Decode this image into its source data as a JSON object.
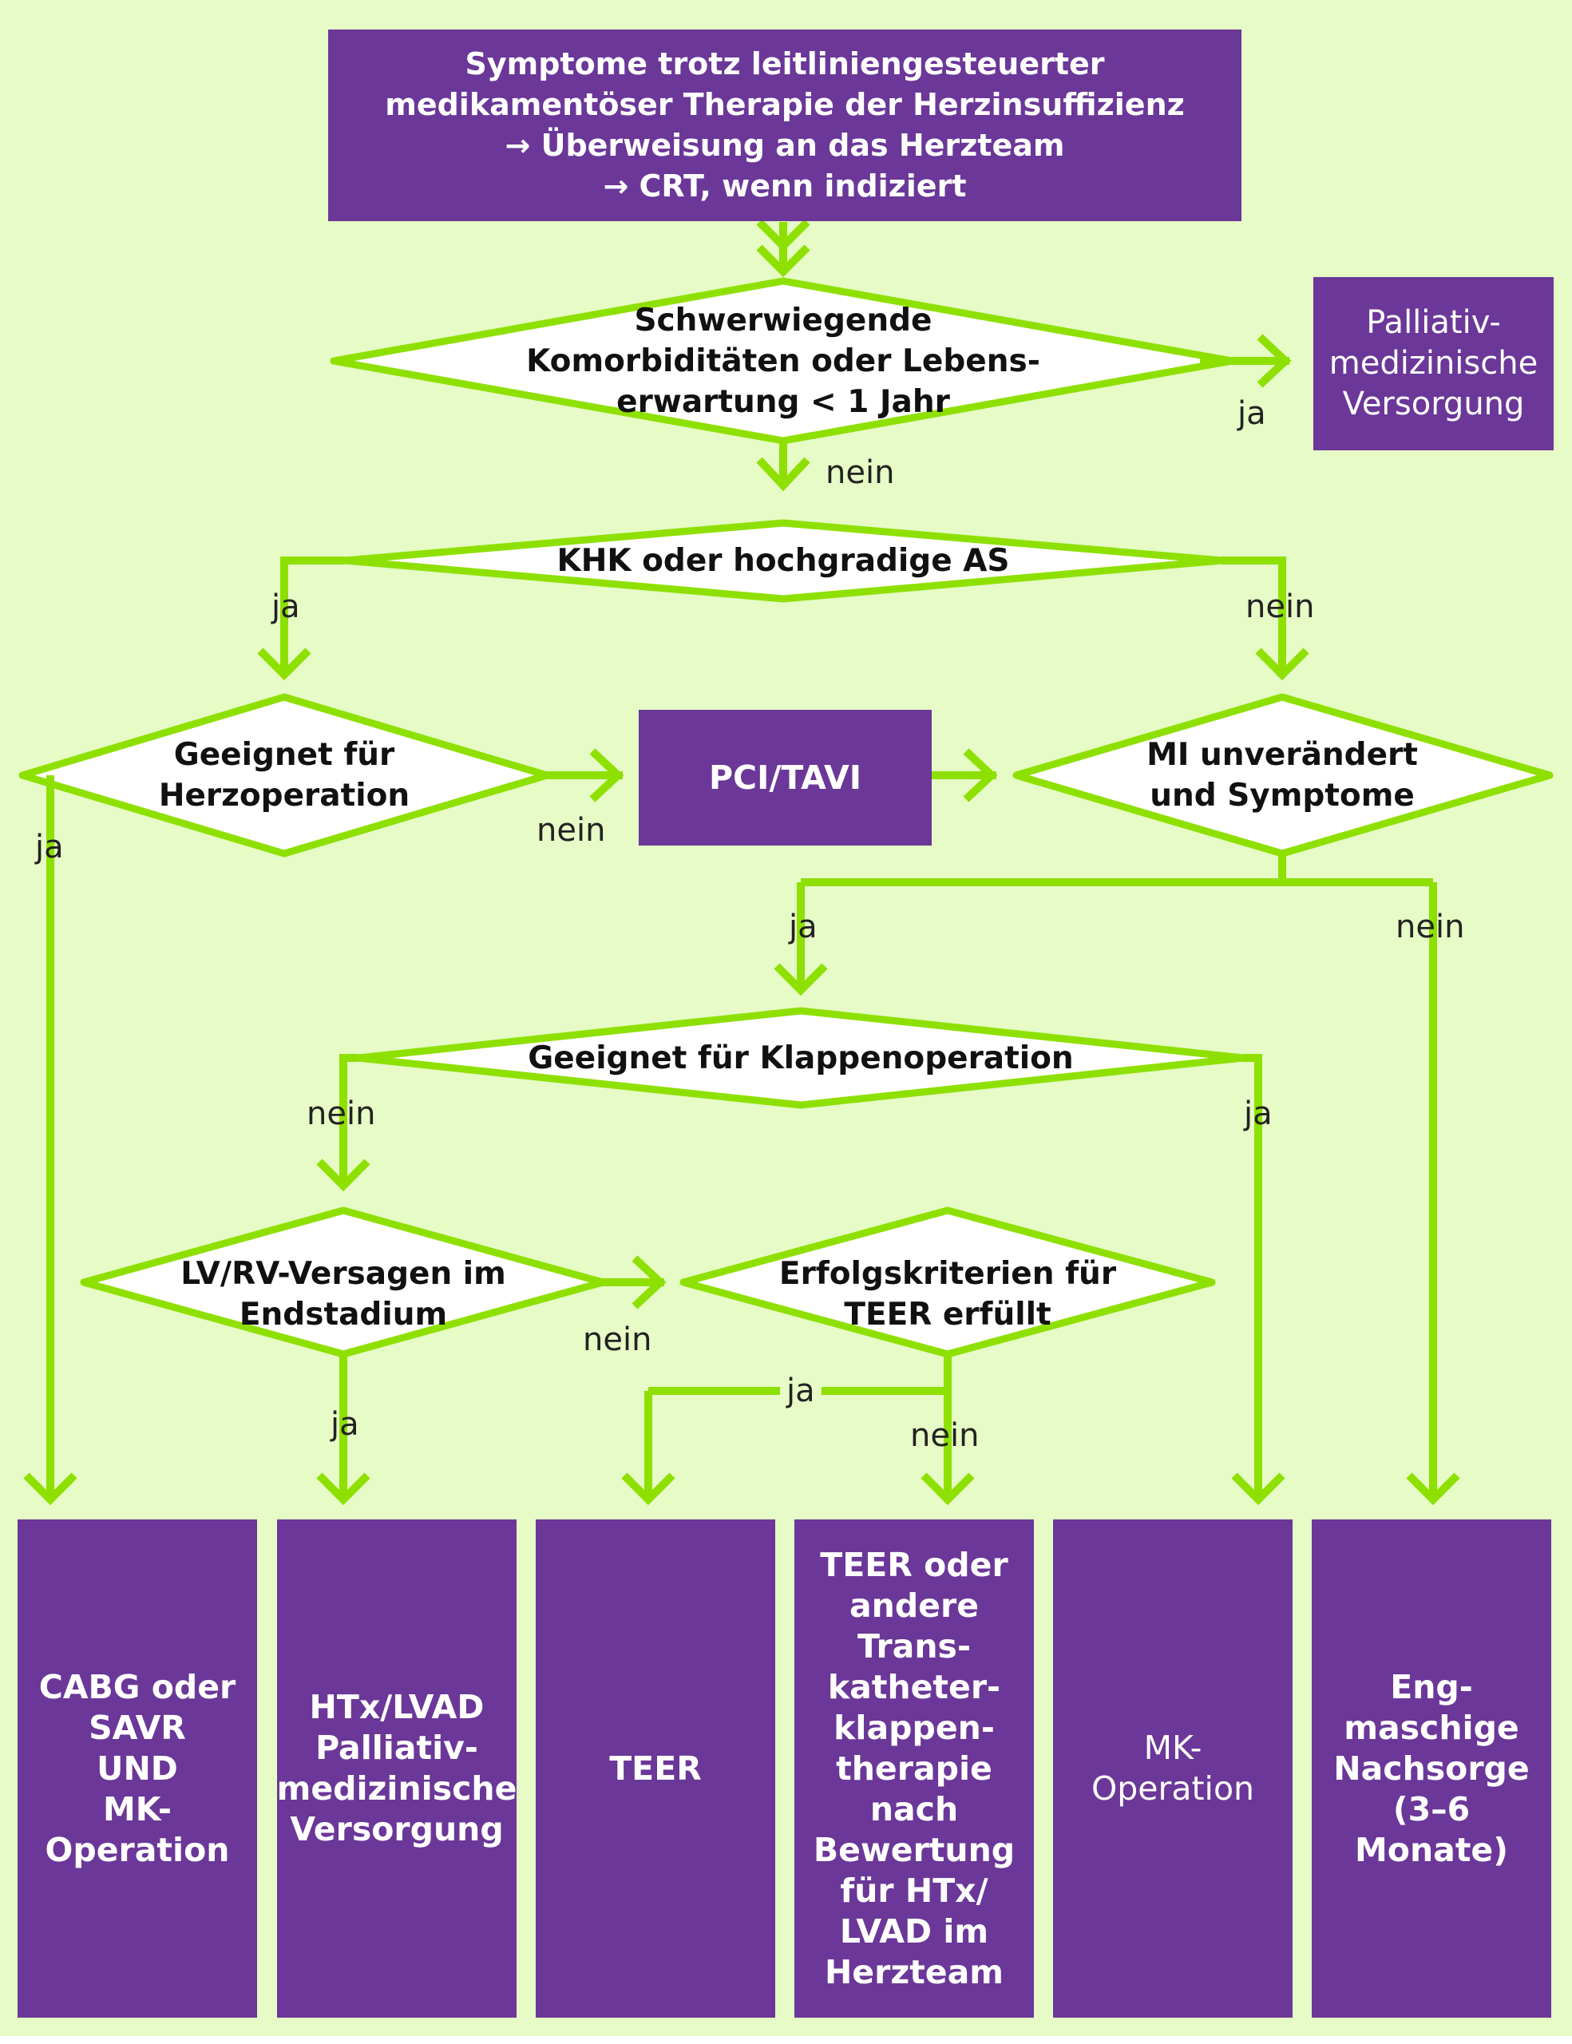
{
  "flow": {
    "start": "Symptome trotz leitliniengesteuerter\nmedikamentöser Therapie der Herzinsuffizienz\n→ Überweisung an das Herzteam\n→ CRT, wenn indiziert",
    "q_comorbid": "Schwerwiegende\nKomorbiditäten oder Lebens-\nerwartung < 1 Jahr",
    "palliative": "Palliativ-\nmedizinische\nVersorgung",
    "q_khk": "KHK oder hochgradige AS",
    "q_surgery": "Geeignet für\nHerzoperation",
    "pci": "PCI/TAVI",
    "q_mi": "MI unverändert\nund Symptome",
    "q_valve": "Geeignet für Klappenoperation",
    "q_lvrv": "LV/RV-Versagen im\nEndstadium",
    "q_teer": "Erfolgskriterien für\nTEER erfüllt"
  },
  "labels": {
    "yes": "ja",
    "no": "nein"
  },
  "outcomes": [
    "CABG oder\nSAVR\nUND\nMK-\nOperation",
    "HTx/LVAD\nPalliativ-\nmedizinische\nVersorgung",
    "TEER",
    "TEER oder\nandere\nTrans-\nkatheter-\nklappen-\ntherapie\nnach\nBewertung\nfür HTx/\nLVAD im\nHerzteam",
    "MK-\nOperation",
    "Eng-\nmaschige\nNachsorge\n(3–6\nMonate)"
  ],
  "colors": {
    "background": "#e6fbc5",
    "box_fill": "#6b3798",
    "arrow_green": "#8ee000"
  }
}
